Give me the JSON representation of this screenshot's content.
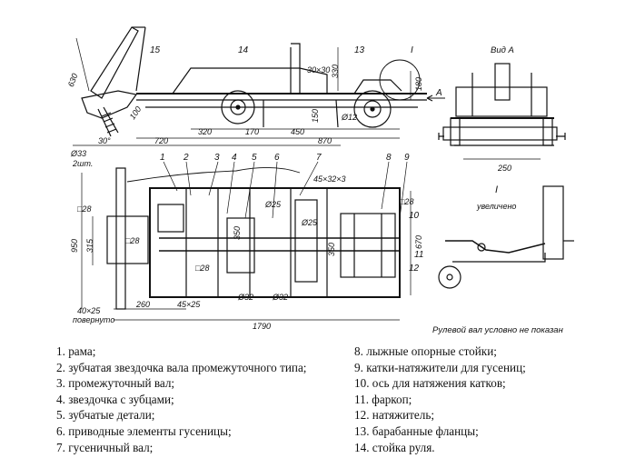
{
  "drawing": {
    "labels": {
      "view_a": "Вид А",
      "detail_1": "I",
      "detail_1_caption": "увеличено",
      "detail_top": "I",
      "arrow_a": "А",
      "note": "Рулевой вал условно не показан",
      "item_numbers": [
        "1",
        "2",
        "3",
        "4",
        "5",
        "6",
        "7",
        "8",
        "9",
        "10",
        "11",
        "12",
        "13",
        "14",
        "15"
      ],
      "dims": {
        "d630": "630",
        "d30x30": "30×30",
        "d330": "330",
        "d180": "180",
        "d100": "100",
        "d30deg": "30°",
        "d150": "150",
        "d12": "Ø12",
        "d320": "320",
        "d170": "170",
        "d450": "450",
        "d720": "720",
        "d870": "870",
        "d33": "Ø33",
        "d2sht": "2шт.",
        "d28a": "□28",
        "d315": "315",
        "d950": "950",
        "d28b": "□28",
        "d40x25": "40×25",
        "povernuto": "повернуто",
        "d260": "260",
        "d45x25": "45×25",
        "d28c": "□28",
        "d32a": "Ø32",
        "d32b": "Ø32",
        "d1790": "1790",
        "d45x32x3": "45×32×3",
        "d25a": "Ø25",
        "d25b": "Ø25",
        "d350a": "350",
        "d350b": "350",
        "d670": "670",
        "d28d": "□28",
        "d250": "250"
      }
    }
  },
  "legend": {
    "left": [
      "1.   рама;",
      "2.   зубчатая звездочка вала промежуточного типа;",
      "3.   промежуточный вал;",
      "4.   звездочка с зубцами;",
      "5.   зубчатые детали;",
      "6.   приводные элементы гусеницы;",
      "7.   гусеничный вал;"
    ],
    "right": [
      "8.   лыжные опорные стойки;",
      "9.   катки-натяжители для гусениц;",
      "10. ось для натяжения катков;",
      "11. фаркоп;",
      "12. натяжитель;",
      "13. барабанные фланцы;",
      "14. стойка руля."
    ]
  }
}
